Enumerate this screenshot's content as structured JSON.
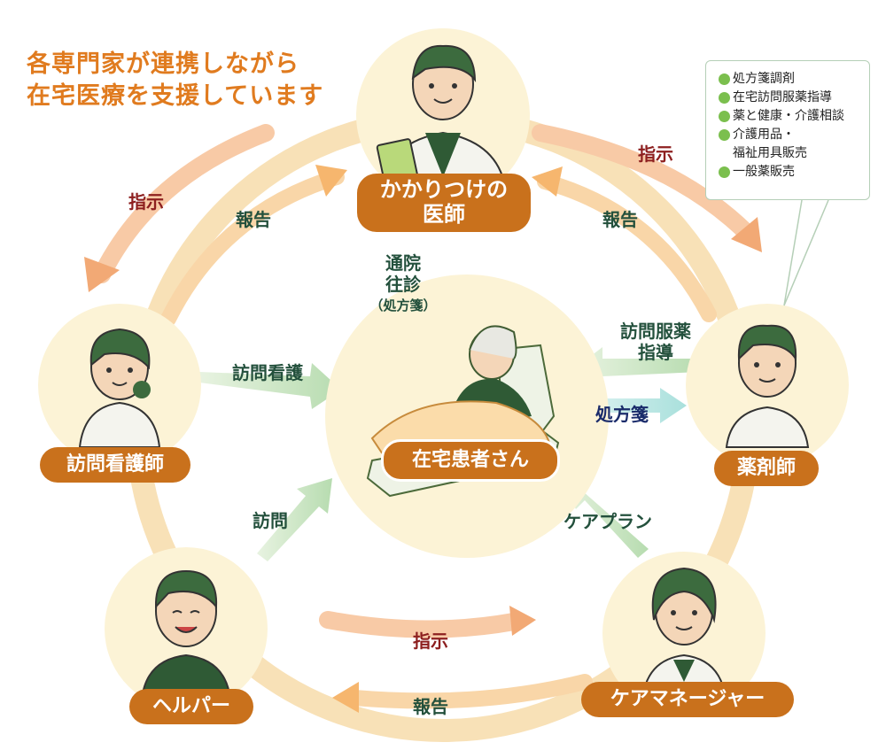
{
  "title": {
    "line1": "各専門家が連携しながら",
    "line2": "在宅医療を支援しています"
  },
  "roles": {
    "doctor": {
      "line1": "かかりつけの",
      "line2": "医師"
    },
    "pharmacist": "薬剤師",
    "nurse": "訪問看護師",
    "helper": "ヘルパー",
    "care_manager": "ケアマネージャー",
    "patient": "在宅患者さん"
  },
  "flows": {
    "doctor_to_nurse": "指示",
    "nurse_to_doctor": "報告",
    "doctor_to_pharmacist": "指示",
    "pharmacist_to_doctor": "報告",
    "manager_to_helper_instruct": "指示",
    "helper_to_manager_report": "報告",
    "doctor_to_patient": {
      "line1": "通院",
      "line2": "往診",
      "line3": "（処方箋）"
    },
    "nurse_to_patient": "訪問看護",
    "helper_to_patient": "訪問",
    "pharmacist_to_patient": {
      "line1": "訪問服薬",
      "line2": "指導"
    },
    "patient_to_pharmacist": "処方箋",
    "manager_to_patient": "ケアプラン"
  },
  "pharmacy_services": [
    {
      "text": "処方箋調剤",
      "bullet": true
    },
    {
      "text": "在宅訪問服薬指導",
      "bullet": true
    },
    {
      "text": "薬と健康・介護相談",
      "bullet": true
    },
    {
      "text": "介護用品・",
      "bullet": true
    },
    {
      "text": "福祉用具販売",
      "bullet": false
    },
    {
      "text": "一般薬販売",
      "bullet": true
    }
  ],
  "colors": {
    "title": "#e07b1f",
    "role_label_bg": "#c9711c",
    "instruct_text": "#8d1f1f",
    "report_text": "#23503c",
    "prescription_text": "#1a2b6b",
    "circle_bg": "#fcf3d6",
    "ring": "#f7d9a4",
    "bullet": "#7bbf4e"
  }
}
